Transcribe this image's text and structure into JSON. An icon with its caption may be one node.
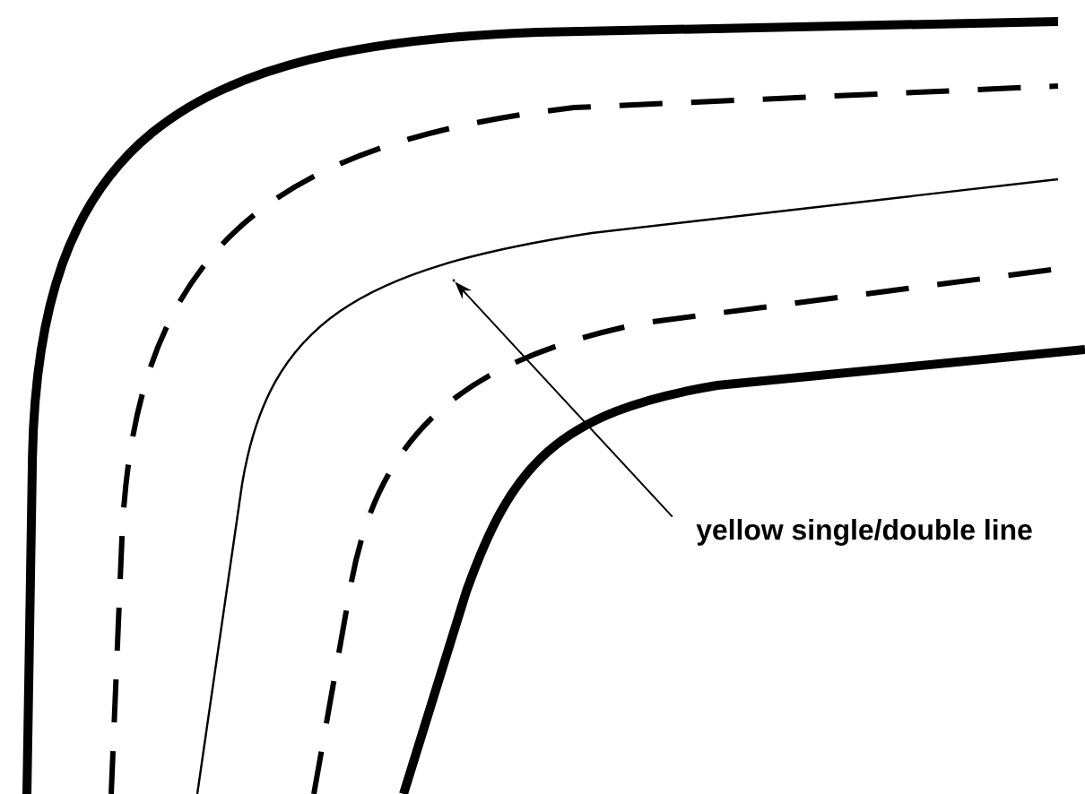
{
  "diagram": {
    "nodes": [
      {
        "text": [
          "yellow single/double line"
        ]
      },
      {
        "text": [],
        "shape": "line"
      }
    ],
    "edges": [
      {
        "from": 0,
        "to": 1,
        "arrow": "to"
      }
    ]
  }
}
